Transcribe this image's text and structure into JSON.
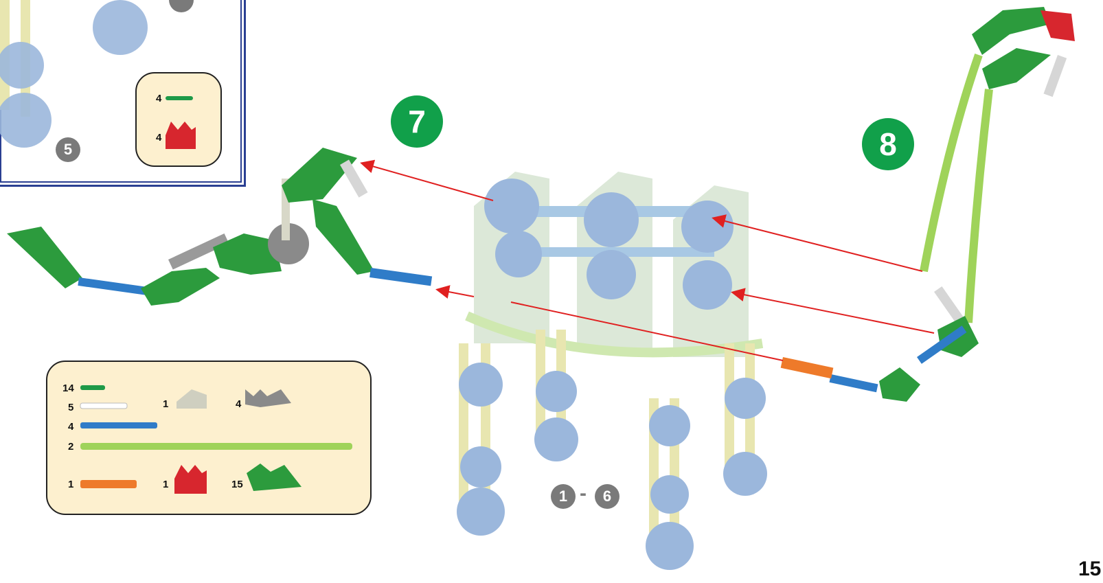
{
  "page_number": "15",
  "steps": {
    "seven": "7",
    "eight": "8",
    "five": "5",
    "range_start": "1",
    "range_sep": "-",
    "range_end": "6"
  },
  "prev_parts": {
    "rod_green_qty": "4",
    "connector_red_qty": "4"
  },
  "parts_list": {
    "rod_green_qty": "14",
    "rod_white_qty": "5",
    "rod_blue_qty": "4",
    "rod_lime_qty": "2",
    "rod_orange_qty": "1",
    "connector_lightgray_qty": "1",
    "connector_gray_qty": "4",
    "connector_red_qty": "1",
    "connector_green_qty": "15"
  },
  "colors": {
    "step_green": "#11a04a",
    "step_grey": "#7a7a7a",
    "arrow": "#e02020",
    "frame_blue": "#2a3f92",
    "parts_bg": "#fdf0cf",
    "rod_green": "#1e9a48",
    "rod_blue": "#2f7cc8",
    "rod_lime": "#9fd35a",
    "rod_orange": "#ee7a2a",
    "connector_red": "#d7262e",
    "connector_green": "#2c9b3d",
    "connector_gray": "#8a8a8a"
  }
}
